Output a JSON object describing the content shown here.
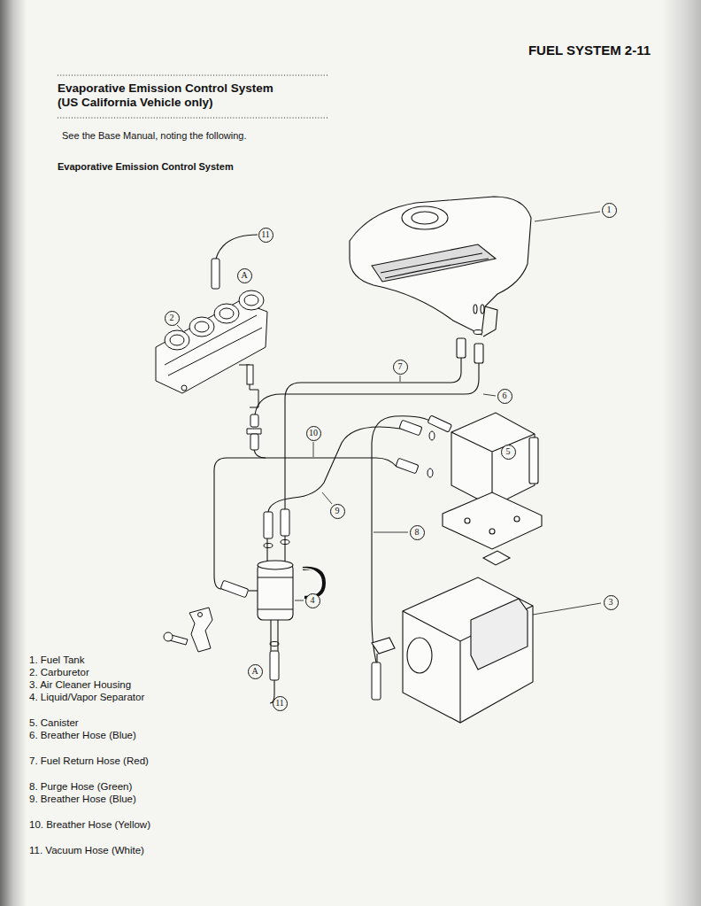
{
  "diagram": {
    "title": "Evaporative Emission Control System (US California Vehicle only)",
    "nodes": [
      {
        "text": [
          "1"
        ]
      },
      {
        "text": [
          "11"
        ]
      },
      {
        "text": [
          "A"
        ]
      },
      {
        "text": [
          "2"
        ]
      },
      {
        "text": [
          "7"
        ]
      },
      {
        "text": [
          "6"
        ]
      },
      {
        "text": [
          "10"
        ]
      },
      {
        "text": [
          "5"
        ]
      },
      {
        "text": [
          "9"
        ]
      },
      {
        "text": [
          "8"
        ]
      },
      {
        "text": [
          "4"
        ]
      },
      {
        "text": [
          "3"
        ]
      },
      {
        "text": [
          "A"
        ]
      },
      {
        "text": [
          "11"
        ]
      }
    ],
    "labels": [
      "FUEL SYSTEM 2-11",
      "See the Base Manual, noting the following.",
      "Evaporative Emission Control System",
      "1. Fuel Tank",
      "2. Carburetor",
      "3. Air Cleaner Housing",
      "4. Liquid/Vapor Separator",
      "5. Canister",
      "6. Breather Hose (Blue)",
      "7. Fuel Return Hose (Red)",
      "8. Purge Hose (Green)",
      "9. Breather Hose (Blue)",
      "10. Breather Hose (Yellow)",
      "11. Vacuum Hose (White)"
    ]
  }
}
